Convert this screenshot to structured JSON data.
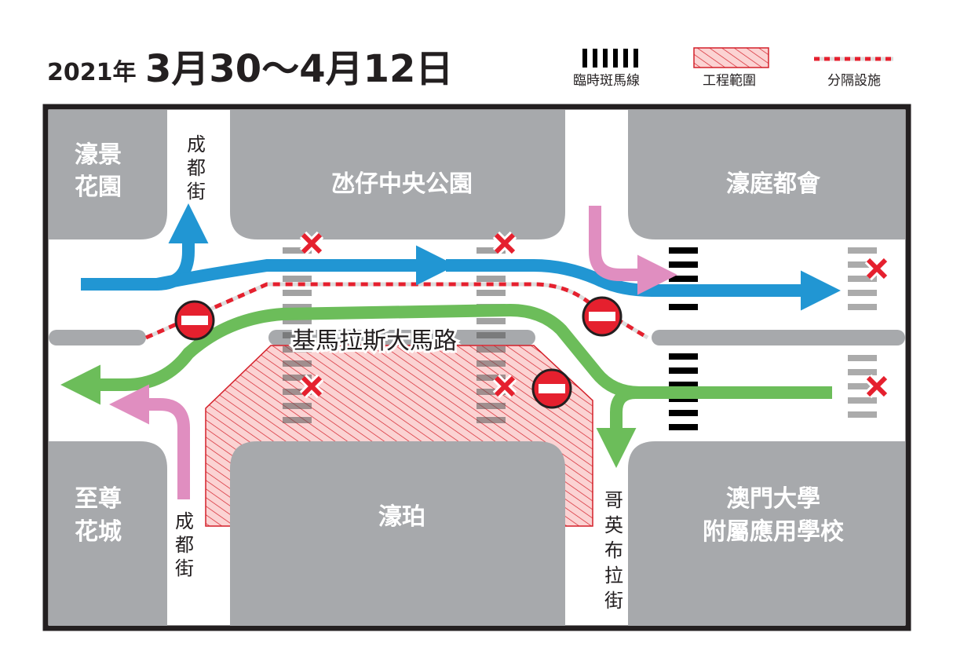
{
  "title": {
    "prefix": "2021年",
    "main": "3月30～4月12日"
  },
  "legend": [
    {
      "label": "臨時斑馬線",
      "icon": "zebra-crossing-icon"
    },
    {
      "label": "工程範圍",
      "icon": "construction-area-icon"
    },
    {
      "label": "分隔設施",
      "icon": "divider-icon"
    }
  ],
  "blocks": {
    "top_left": [
      "濠景",
      "花園"
    ],
    "top_middle": "氹仔中央公園",
    "top_right": "濠庭都會",
    "bottom_left": [
      "至尊",
      "花城"
    ],
    "bottom_middle": "濠珀",
    "bottom_right": [
      "澳門大學",
      "附屬應用學校"
    ]
  },
  "streets": {
    "chengdu_top": [
      "成",
      "都",
      "街"
    ],
    "chengdu_bottom": [
      "成",
      "都",
      "街"
    ],
    "coimbra": [
      "哥",
      "英",
      "布",
      "拉",
      "街"
    ],
    "main_road": "基馬拉斯大馬路"
  },
  "colors": {
    "blue_route": "#2196d3",
    "green_route": "#6cbd5a",
    "pink_route": "#e08ec0",
    "closure_red": "#e5202e",
    "block_gray": "#a7a9ac"
  }
}
